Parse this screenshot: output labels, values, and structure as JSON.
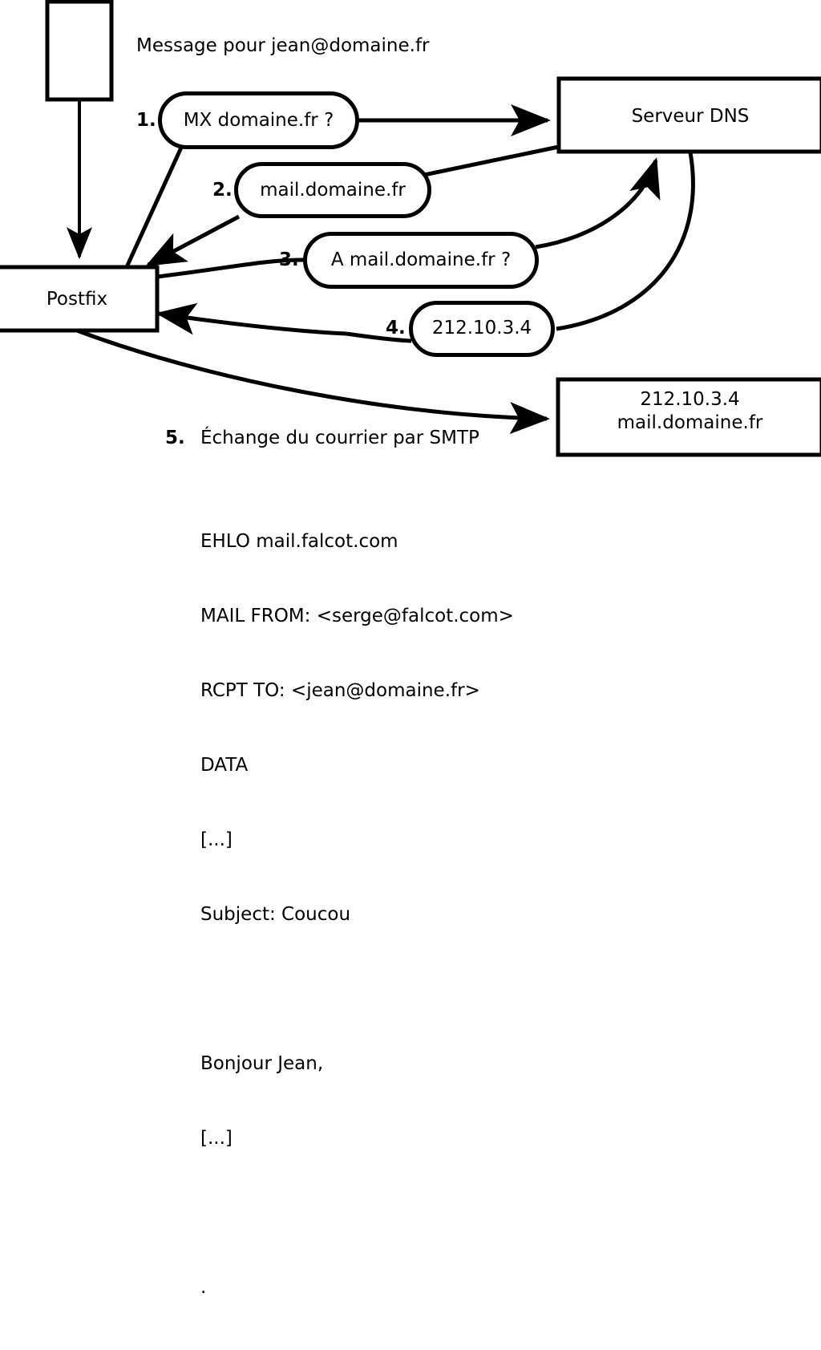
{
  "diagram": {
    "title_note": "Message pour jean@domaine.fr",
    "nodes": {
      "client": {
        "label": ""
      },
      "postfix": {
        "label": "Postfix"
      },
      "dns": {
        "label": "Serveur DNS"
      },
      "mailserver": {
        "line1": "212.10.3.4",
        "line2": "mail.domaine.fr"
      }
    },
    "steps": [
      {
        "num": "1.",
        "text": "MX domaine.fr ?"
      },
      {
        "num": "2.",
        "text": "mail.domaine.fr"
      },
      {
        "num": "3.",
        "text": "A mail.domaine.fr ?"
      },
      {
        "num": "4.",
        "text": "212.10.3.4"
      }
    ],
    "step5": {
      "num": "5.",
      "caption": "Échange du courrier par SMTP",
      "transcript": [
        "EHLO mail.falcot.com",
        "MAIL FROM: <serge@falcot.com>",
        "RCPT TO: <jean@domaine.fr>",
        "DATA",
        "[...]",
        "Subject: Coucou",
        "",
        "Bonjour Jean,",
        "[...]",
        "",
        "."
      ]
    },
    "colors": {
      "stroke": "#000000",
      "fill": "#ffffff",
      "text": "#000000"
    }
  }
}
